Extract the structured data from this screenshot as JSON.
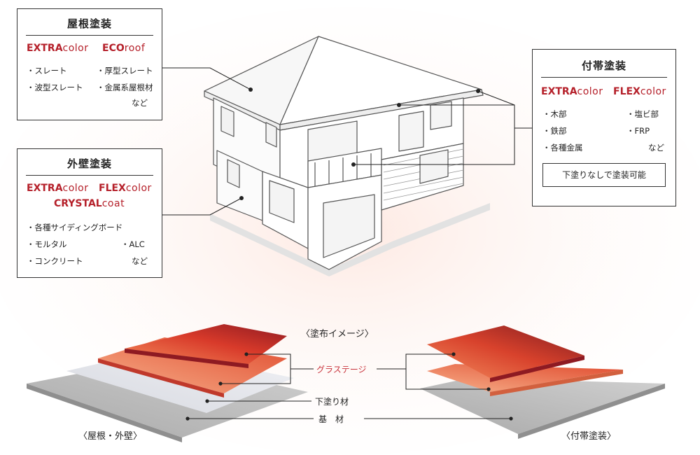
{
  "roof_box": {
    "title": "屋根塗装",
    "brand1_bold": "EXTRA",
    "brand1_light": "color",
    "brand2_bold": "ECO",
    "brand2_light": "roof",
    "items": [
      "・スレート",
      "・波型スレート",
      "・厚型スレート",
      "・金属系屋根材",
      "など"
    ]
  },
  "wall_box": {
    "title": "外壁塗装",
    "brand1_bold": "EXTRA",
    "brand1_light": "color",
    "brand2_bold": "FLEX",
    "brand2_light": "color",
    "brand3_bold": "CRYSTAL",
    "brand3_light": "coat",
    "items": [
      "・各種サイディングボード",
      "・モルタル",
      "・コンクリート",
      "・ALC",
      "など"
    ]
  },
  "trim_box": {
    "title": "付帯塗装",
    "brand1_bold": "EXTRA",
    "brand1_light": "color",
    "brand2_bold": "FLEX",
    "brand2_light": "color",
    "items": [
      "・木部",
      "・鉄部",
      "・各種金属",
      "・塩ビ部",
      "・FRP",
      "など"
    ],
    "note": "下塗りなしで塗装可能"
  },
  "layers": {
    "heading": "〈塗布イメージ〉",
    "glasstage": "グラステージ",
    "primer": "下塗り材",
    "base": "基　材",
    "caption_left": "〈屋根・外壁〉",
    "caption_right": "〈付帯塗装〉"
  },
  "colors": {
    "brand_red": "#b5202a",
    "coat_dark": "#8e1a22",
    "coat_mid": "#e8582e",
    "coat_light": "#f6b08a",
    "primer": "#e4e6ec",
    "base": "#b8b8b8"
  }
}
